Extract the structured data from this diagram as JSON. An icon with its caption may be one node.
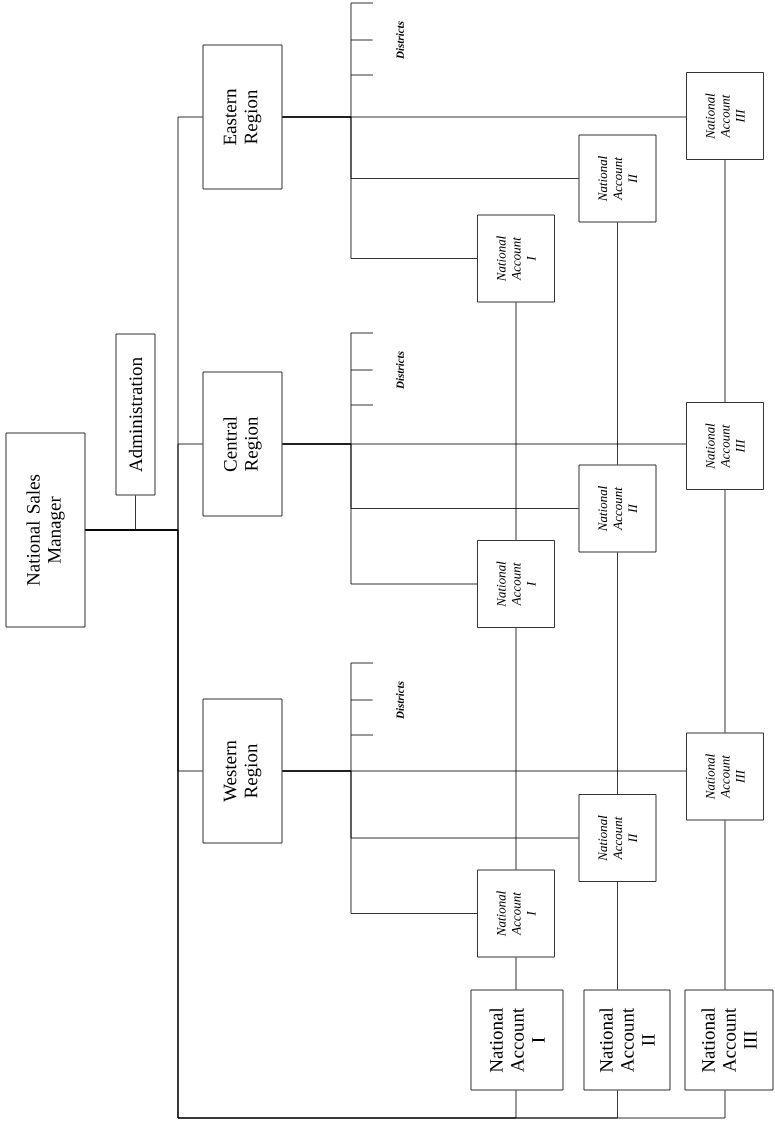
{
  "diagram": {
    "nodes": [
      {
        "text": [
          "National Sales Manager"
        ]
      },
      {
        "text": [
          "Administration"
        ]
      },
      {
        "text": [
          "Eastern Region"
        ]
      },
      {
        "text": [
          "Central Region"
        ]
      },
      {
        "text": [
          "Western Region"
        ]
      },
      {
        "text": [
          "Districts"
        ]
      },
      {
        "text": [
          "Districts"
        ]
      },
      {
        "text": [
          "Districts"
        ]
      },
      {
        "text": [
          "National Account I"
        ]
      },
      {
        "text": [
          "National Account II"
        ]
      },
      {
        "text": [
          "National Account III"
        ]
      },
      {
        "text": [
          "National Account I"
        ]
      },
      {
        "text": [
          "National Account II"
        ]
      },
      {
        "text": [
          "National Account III"
        ]
      },
      {
        "text": [
          "National Account I"
        ]
      },
      {
        "text": [
          "National Account II"
        ]
      },
      {
        "text": [
          "National Account III"
        ]
      },
      {
        "text": [
          "National Account I"
        ]
      },
      {
        "text": [
          "National Account II"
        ]
      },
      {
        "text": [
          "National Account III"
        ]
      }
    ],
    "edges": [
      {
        "from": 0,
        "to": 1,
        "arrow": "none"
      },
      {
        "from": 0,
        "to": 2,
        "arrow": "none"
      },
      {
        "from": 0,
        "to": 3,
        "arrow": "none"
      },
      {
        "from": 0,
        "to": 4,
        "arrow": "none"
      },
      {
        "from": 0,
        "to": 17,
        "arrow": "none"
      },
      {
        "from": 0,
        "to": 18,
        "arrow": "none"
      },
      {
        "from": 0,
        "to": 19,
        "arrow": "none"
      },
      {
        "from": 2,
        "to": 5,
        "arrow": "none"
      },
      {
        "from": 2,
        "to": 8,
        "arrow": "none"
      },
      {
        "from": 2,
        "to": 9,
        "arrow": "none"
      },
      {
        "from": 2,
        "to": 10,
        "arrow": "none"
      },
      {
        "from": 3,
        "to": 6,
        "arrow": "none"
      },
      {
        "from": 3,
        "to": 11,
        "arrow": "none"
      },
      {
        "from": 3,
        "to": 12,
        "arrow": "none"
      },
      {
        "from": 3,
        "to": 13,
        "arrow": "none"
      },
      {
        "from": 4,
        "to": 7,
        "arrow": "none"
      },
      {
        "from": 4,
        "to": 14,
        "arrow": "none"
      },
      {
        "from": 4,
        "to": 15,
        "arrow": "none"
      },
      {
        "from": 4,
        "to": 16,
        "arrow": "none"
      },
      {
        "from": 17,
        "to": 14,
        "arrow": "none"
      },
      {
        "from": 14,
        "to": 11,
        "arrow": "none"
      },
      {
        "from": 11,
        "to": 8,
        "arrow": "none"
      },
      {
        "from": 18,
        "to": 15,
        "arrow": "none"
      },
      {
        "from": 15,
        "to": 12,
        "arrow": "none"
      },
      {
        "from": 12,
        "to": 9,
        "arrow": "none"
      },
      {
        "from": 19,
        "to": 16,
        "arrow": "none"
      },
      {
        "from": 16,
        "to": 13,
        "arrow": "none"
      },
      {
        "from": 13,
        "to": 10,
        "arrow": "none"
      }
    ]
  }
}
